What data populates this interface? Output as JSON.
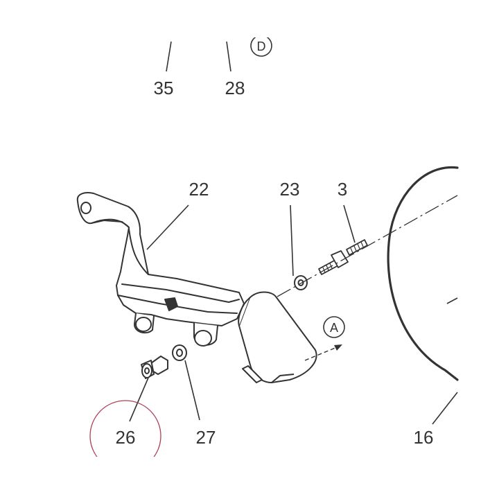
{
  "diagram": {
    "part_numbers": {
      "p35": "35",
      "p28": "28",
      "p22": "22",
      "p23": "23",
      "p3": "3",
      "p26": "26",
      "p27": "27",
      "p16": "16"
    },
    "view_markers": {
      "d": "D",
      "a": "A"
    },
    "highlight_color": "#b0405a",
    "line_color": "#333333"
  }
}
